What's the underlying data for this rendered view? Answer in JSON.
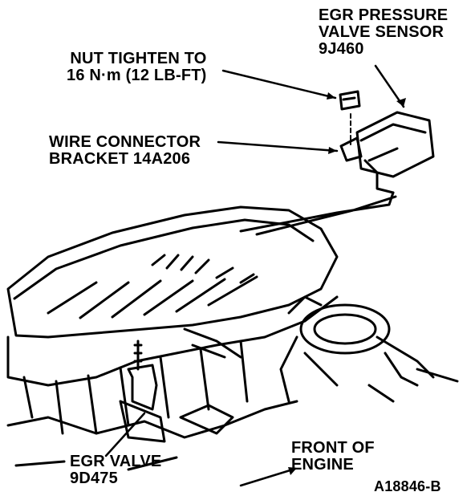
{
  "labels": {
    "egr_sensor": {
      "line1": "EGR PRESSURE",
      "line2": "VALVE SENSOR",
      "line3": "9J460"
    },
    "nut": {
      "line1": "NUT TIGHTEN TO",
      "line2": "16 N·m (12 LB-FT)"
    },
    "bracket": {
      "line1": "WIRE CONNECTOR",
      "line2": "BRACKET 14A206"
    },
    "egr_valve": {
      "line1": "EGR VALVE",
      "line2": "9D475"
    },
    "front": {
      "line1": "FRONT OF",
      "line2": "ENGINE"
    },
    "figure_id": "A18846-B"
  },
  "colors": {
    "ink": "#000000",
    "paper": "#ffffff"
  }
}
